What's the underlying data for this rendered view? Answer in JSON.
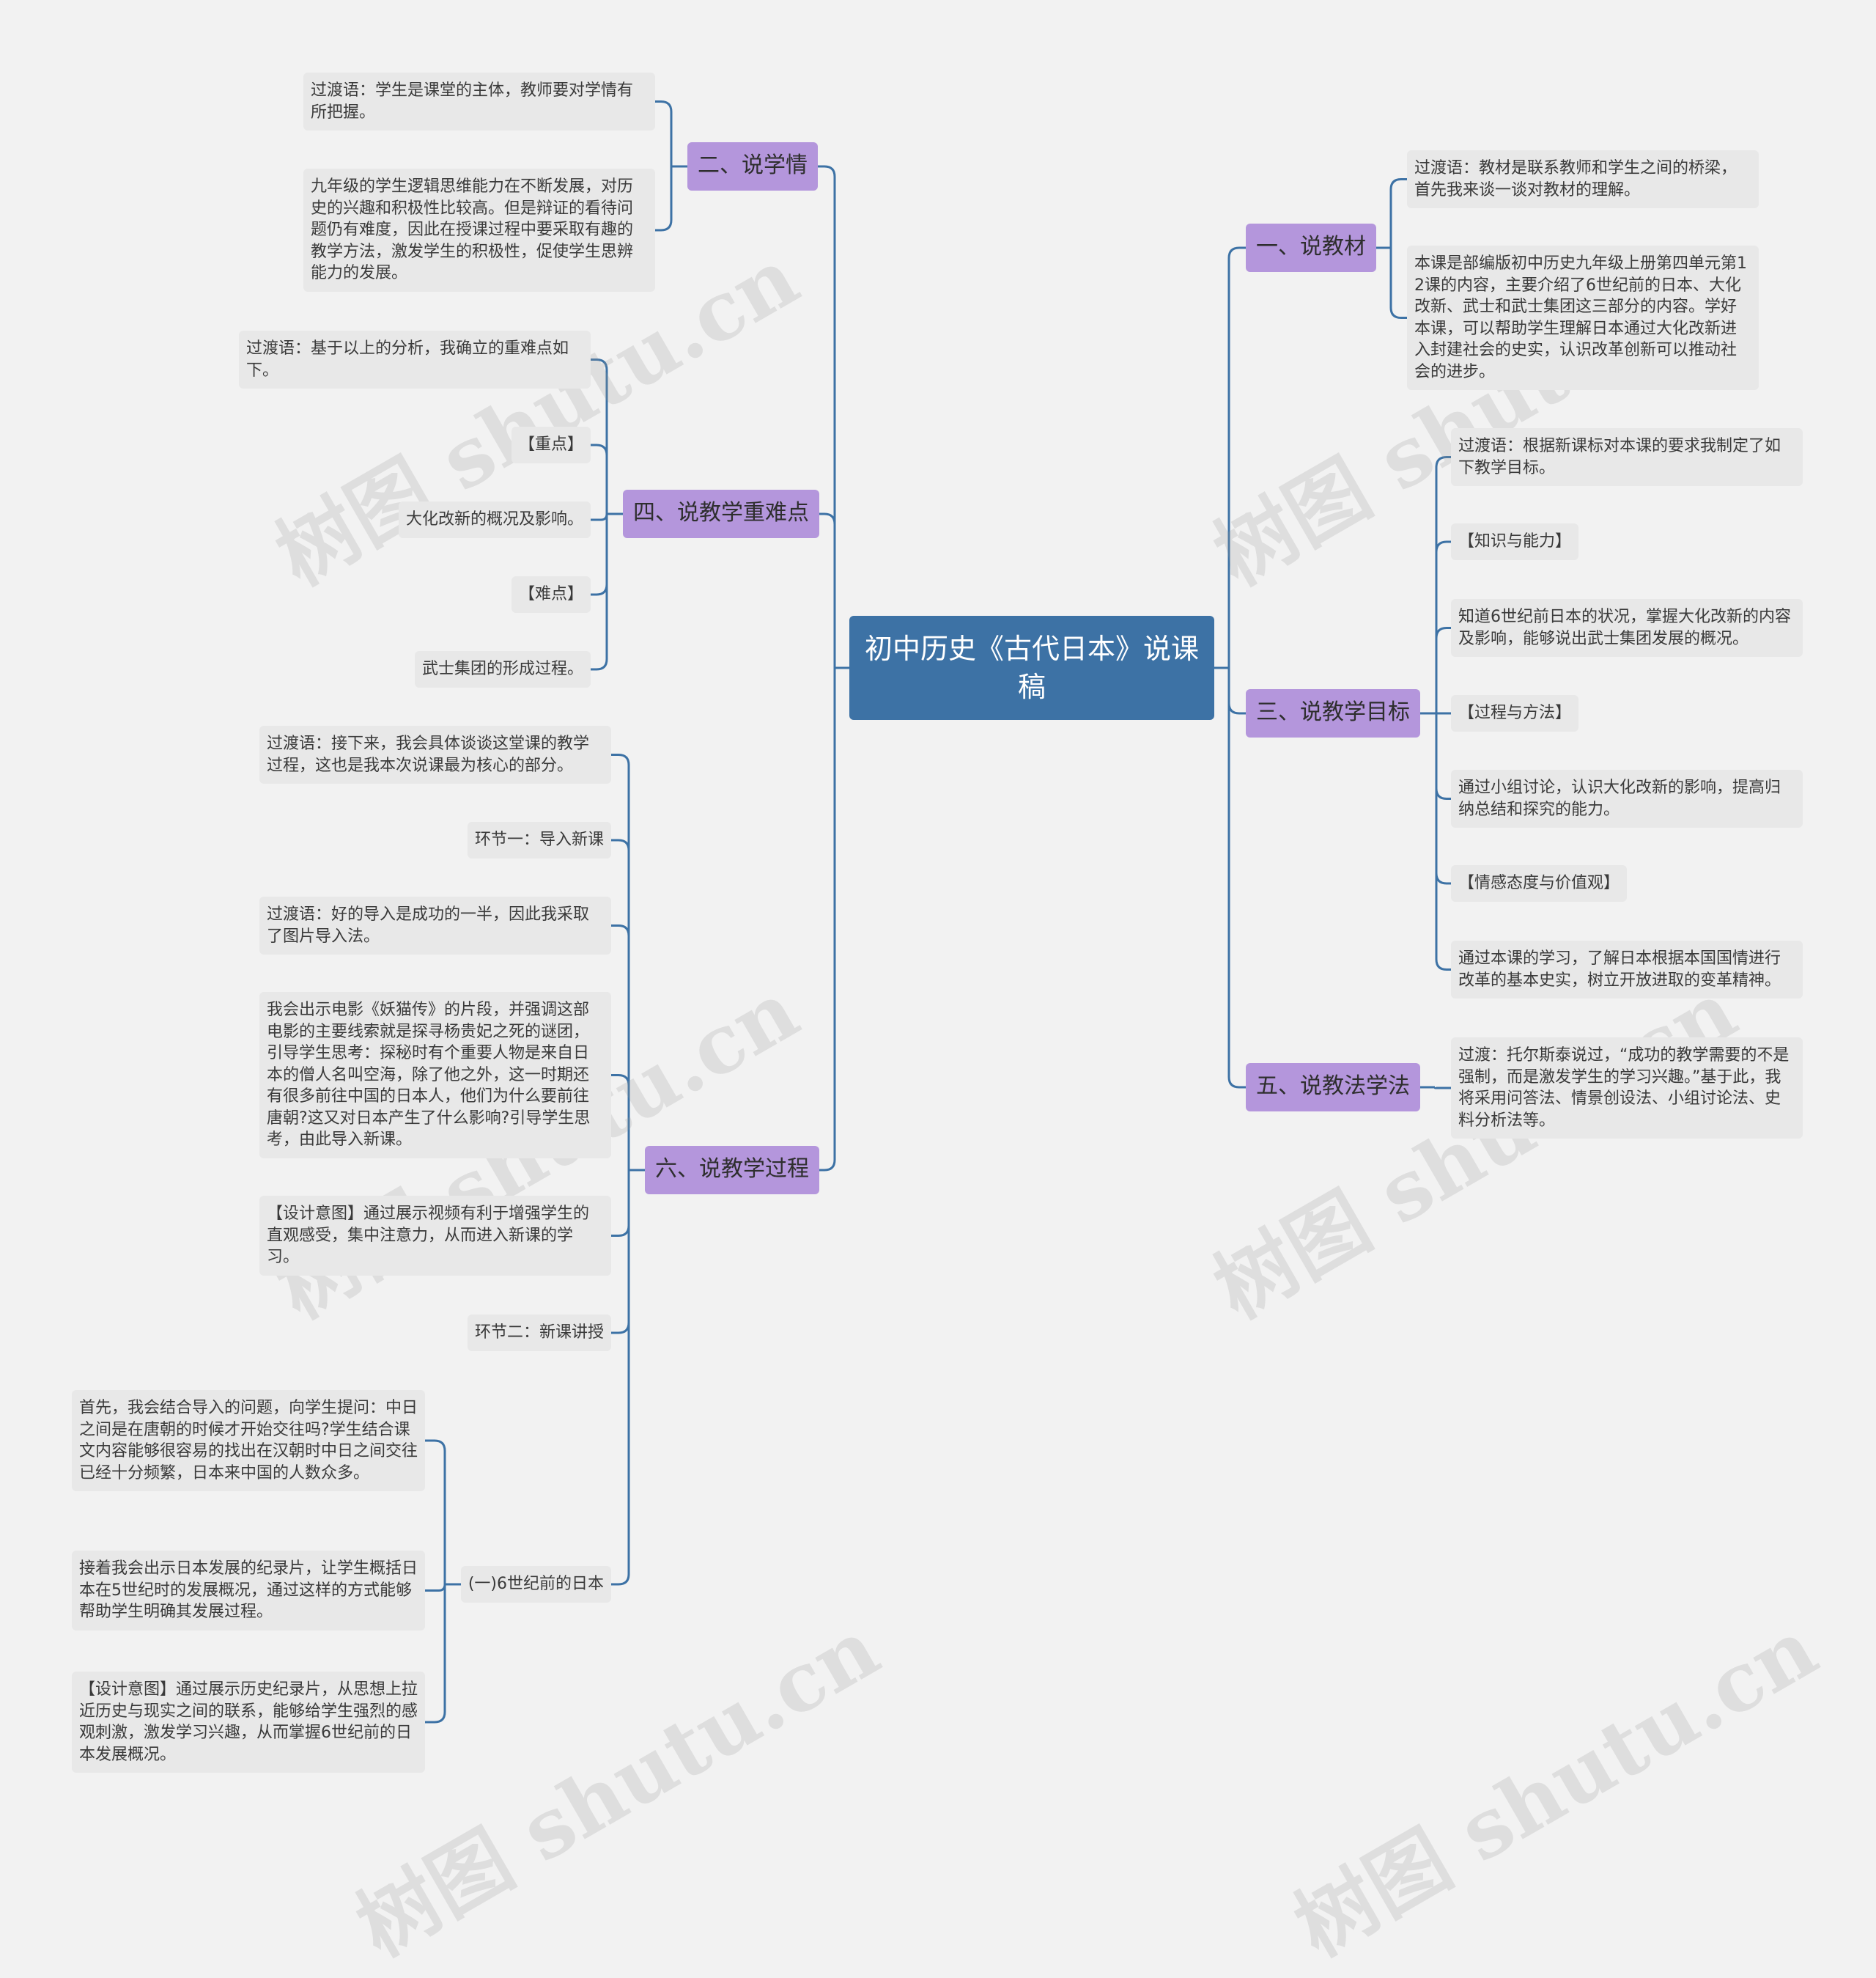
{
  "root": {
    "title": "初中历史《古代日本》说课稿"
  },
  "watermark": "树图 shutu.cn",
  "colors": {
    "root": "#3d72a5",
    "branch": "#b496dc",
    "leaf": "#e8e8e8",
    "line": "#3d72a5",
    "background": "#f2f2f2"
  },
  "branches": {
    "b1": {
      "label": "一、说教材",
      "children": [
        "过渡语：教材是联系教师和学生之间的桥梁，首先我来谈一谈对教材的理解。",
        "本课是部编版初中历史九年级上册第四单元第12课的内容，主要介绍了6世纪前的日本、大化改新、武士和武士集团这三部分的内容。学好本课，可以帮助学生理解日本通过大化改新进入封建社会的史实，认识改革创新可以推动社会的进步。"
      ]
    },
    "b2": {
      "label": "二、说学情",
      "children": [
        "过渡语：学生是课堂的主体，教师要对学情有所把握。",
        "九年级的学生逻辑思维能力在不断发展，对历史的兴趣和积极性比较高。但是辩证的看待问题仍有难度，因此在授课过程中要采取有趣的教学方法，激发学生的积极性，促使学生思辨能力的发展。"
      ]
    },
    "b3": {
      "label": "三、说教学目标",
      "children": [
        "过渡语：根据新课标对本课的要求我制定了如下教学目标。",
        "【知识与能力】",
        "知道6世纪前日本的状况，掌握大化改新的内容及影响，能够说出武士集团发展的概况。",
        "【过程与方法】",
        "通过小组讨论，认识大化改新的影响，提高归纳总结和探究的能力。",
        "【情感态度与价值观】",
        "通过本课的学习，了解日本根据本国国情进行改革的基本史实，树立开放进取的变革精神。"
      ]
    },
    "b4": {
      "label": "四、说教学重难点",
      "children": [
        "过渡语：基于以上的分析，我确立的重难点如下。",
        "【重点】",
        "大化改新的概况及影响。",
        "【难点】",
        "武士集团的形成过程。"
      ]
    },
    "b5": {
      "label": "五、说教法学法",
      "children": [
        "过渡：托尔斯泰说过，“成功的教学需要的不是强制，而是激发学生的学习兴趣。”基于此，我将采用问答法、情景创设法、小组讨论法、史料分析法等。"
      ]
    },
    "b6": {
      "label": "六、说教学过程",
      "children": [
        "过渡语：接下来，我会具体谈谈这堂课的教学过程，这也是我本次说课最为核心的部分。",
        "环节一：导入新课",
        "过渡语：好的导入是成功的一半，因此我采取了图片导入法。",
        "我会出示电影《妖猫传》的片段，并强调这部电影的主要线索就是探寻杨贵妃之死的谜团，引导学生思考：探秘时有个重要人物是来自日本的僧人名叫空海，除了他之外，这一时期还有很多前往中国的日本人，他们为什么要前往唐朝?这又对日本产生了什么影响?引导学生思考，由此导入新课。",
        "【设计意图】通过展示视频有利于增强学生的直观感受，集中注意力，从而进入新课的学习。",
        "环节二：新课讲授"
      ],
      "sub": {
        "label": "(一)6世纪前的日本",
        "children": [
          "首先，我会结合导入的问题，向学生提问：中日之间是在唐朝的时候才开始交往吗?学生结合课文内容能够很容易的找出在汉朝时中日之间交往已经十分频繁，日本来中国的人数众多。",
          "接着我会出示日本发展的纪录片，让学生概括日本在5世纪时的发展概况，通过这样的方式能够帮助学生明确其发展过程。",
          "【设计意图】通过展示历史纪录片，从思想上拉近历史与现实之间的联系，能够给学生强烈的感观刺激，激发学习兴趣，从而掌握6世纪前的日本发展概况。"
        ]
      }
    }
  }
}
